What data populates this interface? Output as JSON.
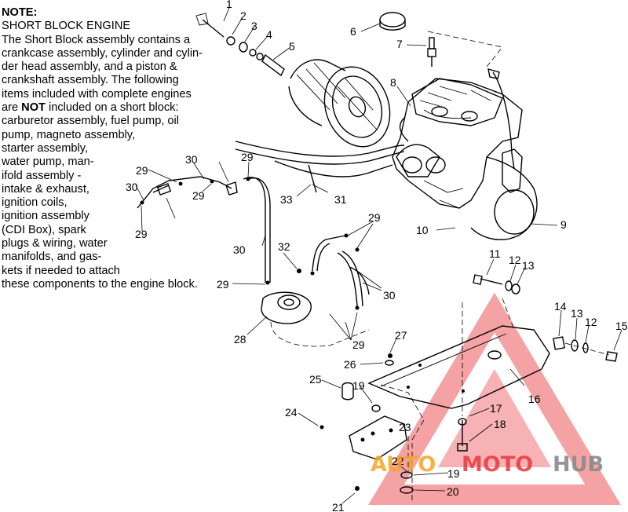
{
  "note": {
    "heading": "NOTE:",
    "subheading": "SHORT BLOCK ENGINE",
    "lines": [
      "The Short Block assembly contains a",
      "crankcase assembly, cylinder and cylin-",
      "der head assembly, and a piston &",
      "crankshaft assembly.  The following",
      "items included with complete engines",
      "are |NOT| included on a short block:",
      "carburetor assembly, fuel pump, oil",
      "pump, magneto assembly,",
      "starter assembly,",
      "water pump, man-",
      "ifold assembly -",
      "intake & exhaust,",
      "ignition coils,",
      "ignition assembly",
      "(CDI Box), spark",
      "plugs & wiring, water",
      "manifolds, and gas-",
      "kets if needed to attach",
      "these components to the engine block."
    ]
  },
  "callouts": [
    "1",
    "2",
    "3",
    "4",
    "5",
    "6",
    "7",
    "8",
    "9",
    "10",
    "11",
    "12",
    "13",
    "14",
    "15",
    "16",
    "17",
    "18",
    "19",
    "20",
    "21",
    "22",
    "23",
    "24",
    "25",
    "26",
    "27",
    "28",
    "29",
    "30",
    "31",
    "32",
    "33"
  ],
  "watermark": {
    "text_a": "AUTO",
    "text_b": "MOTO",
    "text_c": "HUB",
    "color_a": "#f5a623",
    "color_b": "#e8383d",
    "color_c": "#8a8a8a",
    "triangle_color": "#e8383d"
  }
}
